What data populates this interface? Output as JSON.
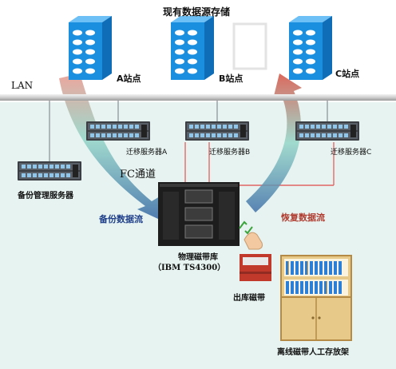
{
  "title": "现有数据源存储",
  "lan_label": "LAN",
  "sites": [
    {
      "label": "A站点"
    },
    {
      "label": "B站点"
    },
    {
      "label": "C站点"
    }
  ],
  "migration_servers": [
    {
      "label": "迁移服务器A"
    },
    {
      "label": "迁移服务器B"
    },
    {
      "label": "迁移服务器C"
    }
  ],
  "backup_server": {
    "label": "备份管理服务器"
  },
  "fc_label": "FC通道",
  "flows": {
    "backup": "备份数据流",
    "restore": "恢复数据流"
  },
  "tape_library": {
    "label_line1": "物理磁带库",
    "label_line2": "（IBM TS4300）"
  },
  "tape_out": {
    "label": "出库磁带"
  },
  "shelf": {
    "label": "离线磁带人工存放架"
  },
  "colors": {
    "zone_bg": "#e6f3f0",
    "storage_blue": "#1a8fe0",
    "backup_arrow": "#3f6fa8",
    "restore_arrow": "#d8574a",
    "red_line": "#e06060",
    "tape_red": "#c0392b"
  }
}
